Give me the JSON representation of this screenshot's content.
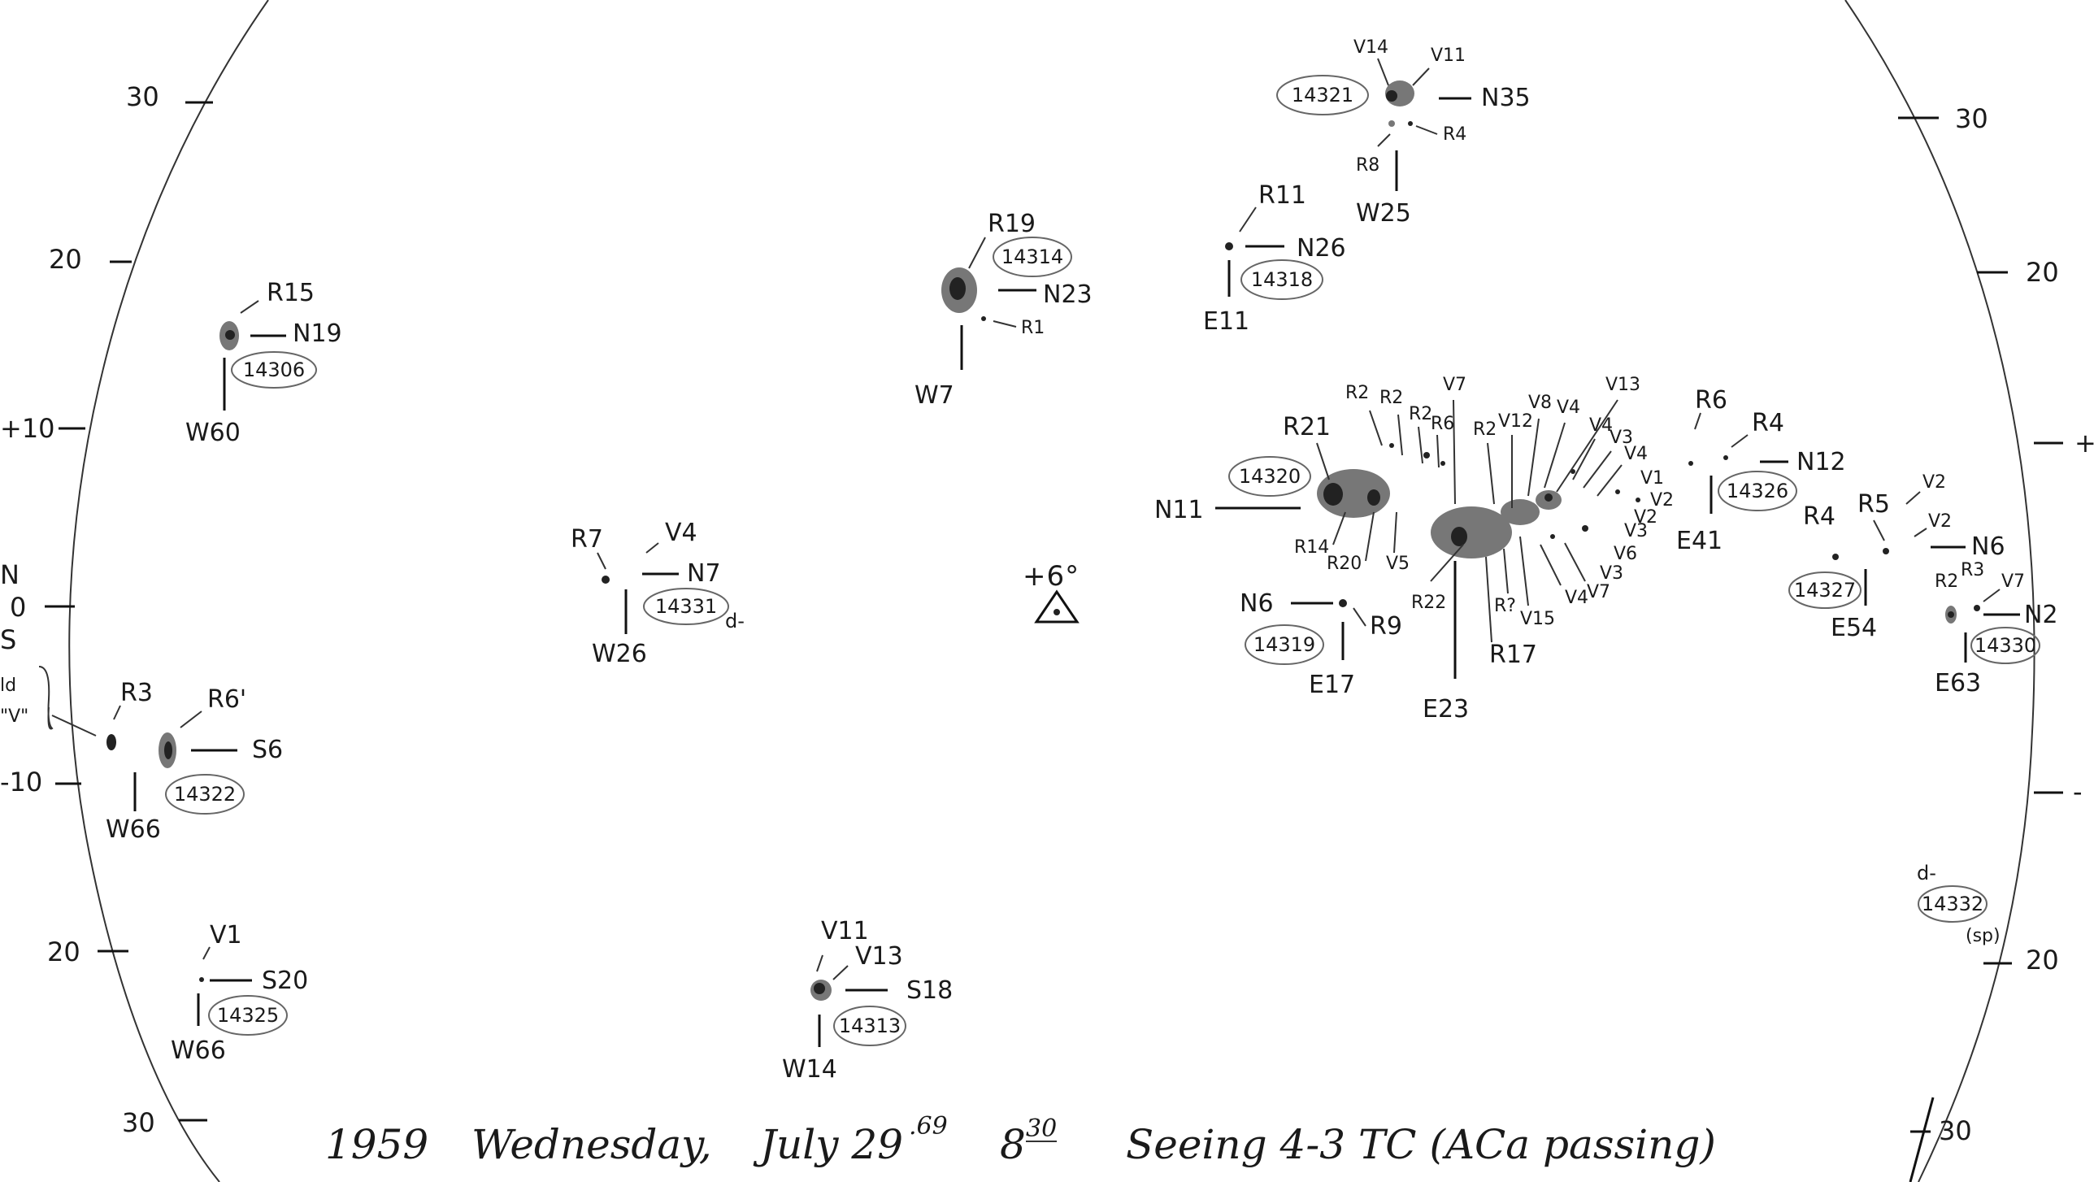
{
  "footer": {
    "year": "1959",
    "weekday": "Wednesday,",
    "date": "July 29",
    "date_sup": ".69",
    "hour": "8",
    "minute": "30",
    "seeing": "Seeing 4-3 TC (ACa passing)"
  },
  "disk": {
    "center_symbol_label": "+6°",
    "left_axis": {
      "ticks": [
        "30",
        "20",
        "+10",
        "N",
        "0",
        "S",
        "-10",
        "20",
        "30"
      ],
      "bracket_label": [
        "ld",
        "\"V\""
      ]
    },
    "right_axis": {
      "ticks": [
        "30",
        "20",
        "+",
        "-",
        "20",
        "30"
      ]
    }
  },
  "groups": [
    {
      "id": "g14306",
      "region": "14306",
      "lat": "N19",
      "lon": "W60",
      "spots": [
        "R15"
      ]
    },
    {
      "id": "g14331",
      "region": "14331",
      "lat": "N7",
      "lon": "W26",
      "spots": [
        "R7",
        "V4"
      ],
      "note": "d-"
    },
    {
      "id": "g14322",
      "region": "14322",
      "lat": "S6",
      "lon": "W66",
      "spots": [
        "R3",
        "R6'"
      ]
    },
    {
      "id": "g14325",
      "region": "14325",
      "lat": "S20",
      "lon": "W66",
      "spots": [
        "V1"
      ]
    },
    {
      "id": "g14314",
      "region": "14314",
      "lat": "N23",
      "lon": "W7",
      "spots": [
        "R19",
        "R1"
      ]
    },
    {
      "id": "g14313",
      "region": "14313",
      "lat": "S18",
      "lon": "W14",
      "spots": [
        "V11",
        "V13"
      ]
    },
    {
      "id": "g14321",
      "region": "14321",
      "lat": "N35",
      "lon": "W25",
      "spots": [
        "V14",
        "V11",
        "R4",
        "R8"
      ]
    },
    {
      "id": "g14318",
      "region": "14318",
      "lat": "N26",
      "lon": "E11",
      "spots": [
        "R11"
      ]
    },
    {
      "id": "g14320",
      "region": "14320",
      "lat": "N11",
      "lon": "E23",
      "spots": [
        "R21",
        "R2",
        "R2",
        "R2",
        "R6",
        "V7",
        "R14",
        "R20",
        "V5",
        "R22",
        "R17",
        "R?",
        "V15",
        "R2",
        "V12",
        "V8",
        "V4",
        "V13",
        "V4",
        "V3",
        "V4",
        "V1",
        "V2",
        "V2",
        "V3",
        "V6",
        "V3",
        "V4",
        "V7"
      ]
    },
    {
      "id": "g14319",
      "region": "14319",
      "lat": "N6",
      "lon": "E17",
      "spots": [
        "R9"
      ]
    },
    {
      "id": "g14326",
      "region": "14326",
      "lat": "N12",
      "lon": "E41",
      "spots": [
        "R6",
        "R4"
      ]
    },
    {
      "id": "g14327",
      "region": "14327",
      "lat": "N6",
      "lon": "E54",
      "spots": [
        "R4",
        "R5",
        "V2",
        "V2"
      ]
    },
    {
      "id": "g14330",
      "region": "14330",
      "lat": "N2",
      "lon": "E63",
      "spots": [
        "R2",
        "R3",
        "V7"
      ]
    },
    {
      "id": "g14332",
      "region": "14332",
      "note": "d-",
      "sub": "(sp)"
    }
  ]
}
